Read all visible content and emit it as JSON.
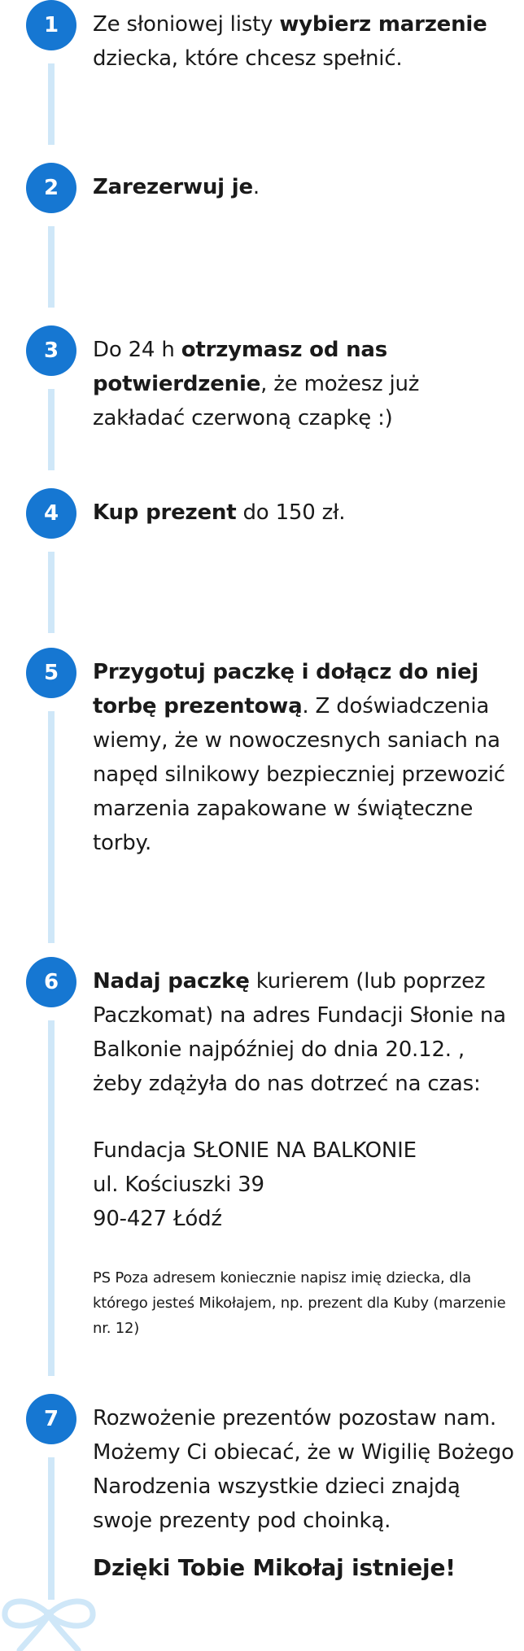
{
  "colors": {
    "badge": "#1677d2",
    "line": "#cfe7f8",
    "text": "#1a1a1a"
  },
  "steps": [
    {
      "number": "1",
      "parts": [
        {
          "t": "Ze słoniowej listy "
        },
        {
          "t": "wybierz marzenie",
          "b": true
        },
        {
          "t": " dziecka, które chcesz spełnić."
        }
      ]
    },
    {
      "number": "2",
      "parts": [
        {
          "t": "Zarezerwuj je",
          "b": true
        },
        {
          "t": "."
        }
      ]
    },
    {
      "number": "3",
      "parts": [
        {
          "t": "Do 24 h "
        },
        {
          "t": "otrzymasz od nas potwierdzenie",
          "b": true
        },
        {
          "t": ", że możesz już zakładać czerwoną czapkę :)"
        }
      ]
    },
    {
      "number": "4",
      "parts": [
        {
          "t": "Kup prezent",
          "b": true
        },
        {
          "t": " do 150 zł."
        }
      ]
    },
    {
      "number": "5",
      "parts": [
        {
          "t": "Przygotuj paczkę i dołącz do niej torbę prezentową",
          "b": true
        },
        {
          "t": ". Z doświadczenia wiemy, że w nowoczesnych saniach na napęd silnikowy bezpieczniej przewozić marzenia zapakowane w świąteczne torby."
        }
      ]
    },
    {
      "number": "6",
      "parts": [
        {
          "t": "Nadaj paczkę",
          "b": true
        },
        {
          "t": " kurierem (lub poprzez Paczkomat) na adres Fundacji Słonie na Balkonie najpóźniej do dnia 20.12. , żeby zdążyła do nas dotrzeć na czas:"
        }
      ],
      "address": [
        "Fundacja SŁONIE NA BALKONIE",
        "ul. Kościuszki 39",
        "90-427 Łódź"
      ],
      "ps": "PS Poza adresem koniecznie napisz imię dziecka, dla którego jesteś Mikołajem, np. prezent dla Kuby (marzenie nr. 12)"
    },
    {
      "number": "7",
      "parts": [
        {
          "t": "Rozwożenie prezentów pozostaw nam. Możemy Ci obiecać, że w Wigilię Bożego Narodzenia wszystkie dzieci znajdą swoje prezenty pod choinką."
        }
      ],
      "closing": "Dzięki Tobie Mikołaj istnieje!"
    }
  ]
}
